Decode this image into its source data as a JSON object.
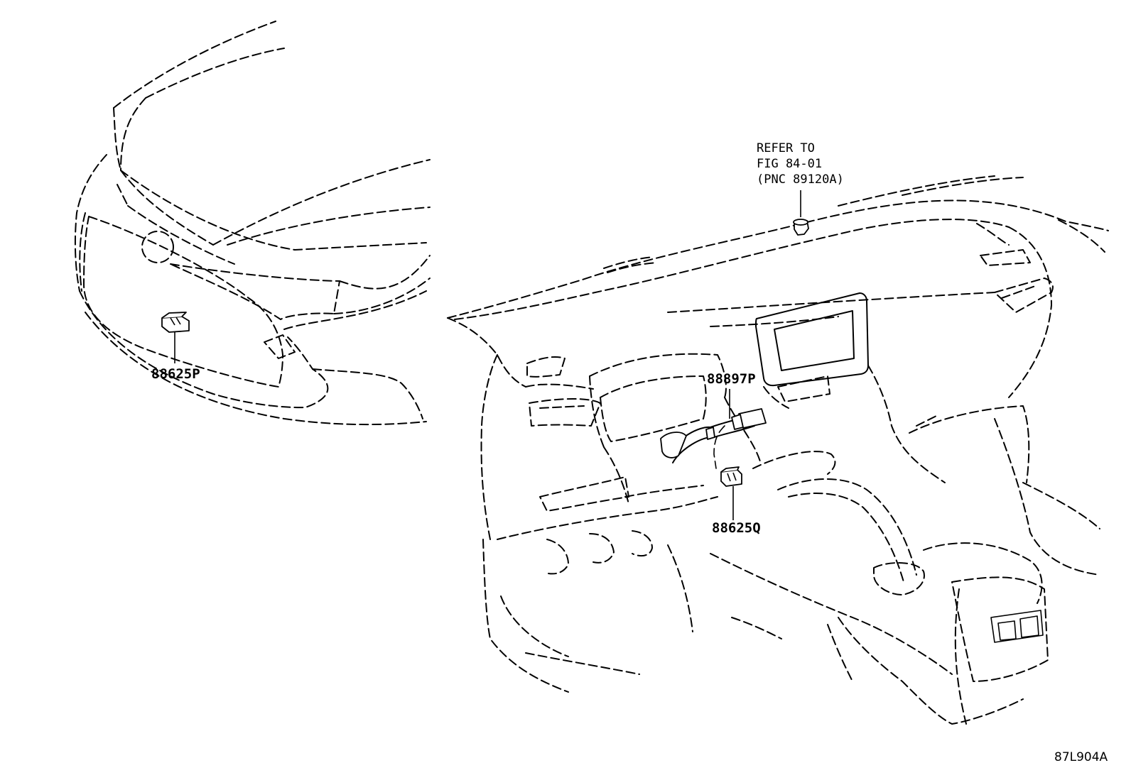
{
  "callouts": {
    "front_sensor": "88625P",
    "wire_harness": "88897P",
    "cabin_sensor": "88625Q"
  },
  "reference_note": {
    "line1": "REFER TO",
    "line2": "FIG 84-01",
    "line3": "(PNC 89120A)"
  },
  "figure_id": "87L904A"
}
